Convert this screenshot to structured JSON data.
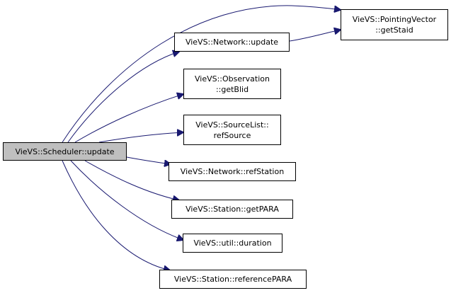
{
  "diagram": {
    "type": "call-graph",
    "root": {
      "id": "scheduler_update",
      "lines": [
        "VieVS::Scheduler::update"
      ]
    },
    "nodes": [
      {
        "id": "pointingvector_getstaid",
        "lines": [
          "VieVS::PointingVector",
          "::getStaid"
        ]
      },
      {
        "id": "network_update",
        "lines": [
          "VieVS::Network::update"
        ]
      },
      {
        "id": "observation_getblid",
        "lines": [
          "VieVS::Observation",
          "::getBlid"
        ]
      },
      {
        "id": "sourcelist_refsource",
        "lines": [
          "VieVS::SourceList::",
          "refSource"
        ]
      },
      {
        "id": "network_refstation",
        "lines": [
          "VieVS::Network::refStation"
        ]
      },
      {
        "id": "station_getpara",
        "lines": [
          "VieVS::Station::getPARA"
        ]
      },
      {
        "id": "util_duration",
        "lines": [
          "VieVS::util::duration"
        ]
      },
      {
        "id": "station_referencepara",
        "lines": [
          "VieVS::Station::referencePARA"
        ]
      }
    ],
    "edges": [
      {
        "from": "scheduler_update",
        "to": "pointingvector_getstaid"
      },
      {
        "from": "scheduler_update",
        "to": "network_update"
      },
      {
        "from": "network_update",
        "to": "pointingvector_getstaid"
      },
      {
        "from": "scheduler_update",
        "to": "observation_getblid"
      },
      {
        "from": "scheduler_update",
        "to": "sourcelist_refsource"
      },
      {
        "from": "scheduler_update",
        "to": "network_refstation"
      },
      {
        "from": "scheduler_update",
        "to": "station_getpara"
      },
      {
        "from": "scheduler_update",
        "to": "util_duration"
      },
      {
        "from": "scheduler_update",
        "to": "station_referencepara"
      }
    ],
    "colors": {
      "root_fill": "#bfbfbf",
      "node_fill": "#ffffff",
      "stroke": "#000000",
      "edge": "#191970"
    }
  }
}
